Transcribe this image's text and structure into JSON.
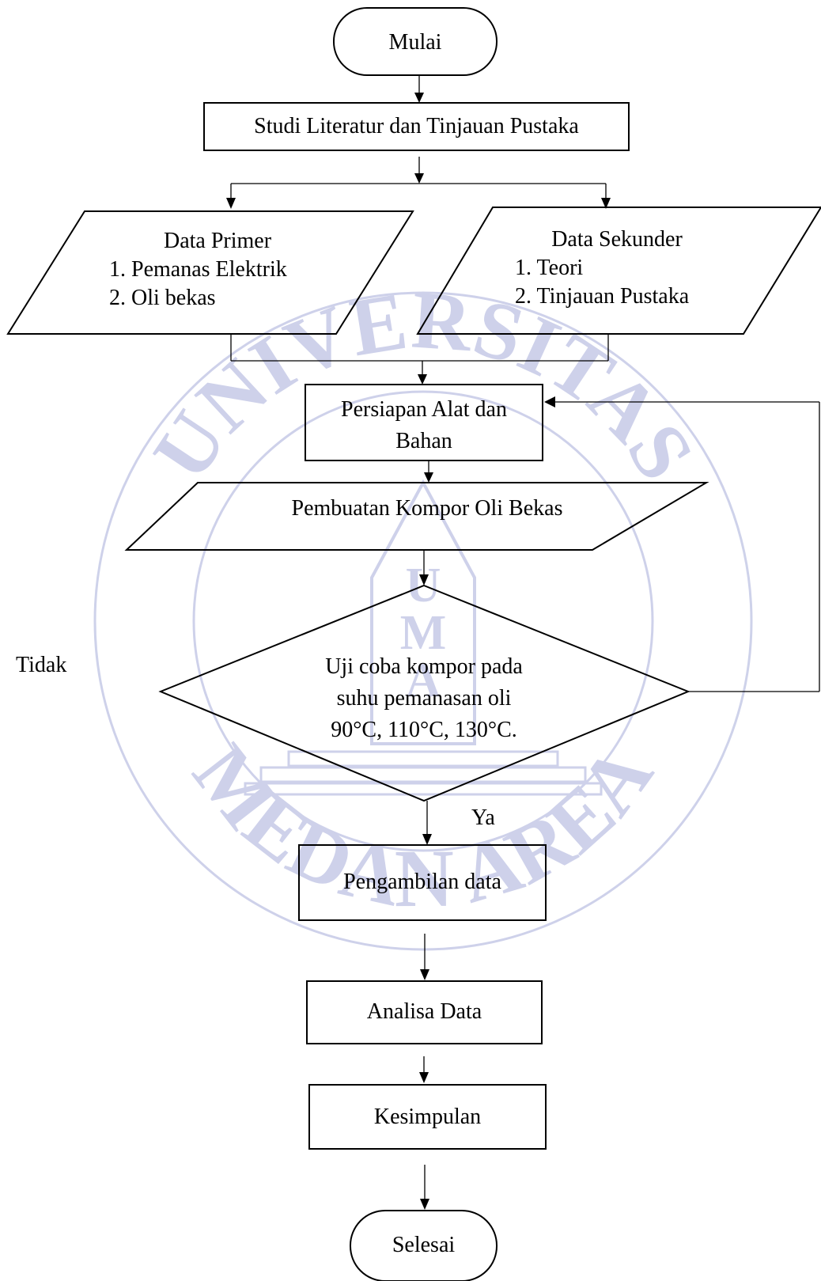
{
  "watermark": {
    "top_text": "UNIVERSITAS",
    "bottom_text": "MEDAN AREA",
    "center_text": "UMA",
    "color": "#c9cde8"
  },
  "flow": {
    "start": "Mulai",
    "studi": "Studi Literatur dan Tinjauan Pustaka",
    "primer": {
      "title": "Data Primer",
      "items": [
        "1. Pemanas Elektrik",
        "2. Oli bekas"
      ]
    },
    "sekunder": {
      "title": "Data Sekunder",
      "items": [
        "1. Teori",
        "2. Tinjauan Pustaka"
      ]
    },
    "persiapan": [
      "Persiapan Alat dan",
      "Bahan"
    ],
    "pembuatan": "Pembuatan Kompor Oli Bekas",
    "uji": [
      "Uji coba kompor pada",
      "suhu pemanasan oli",
      "90°C, 110°C, 130°C."
    ],
    "tidak": "Tidak",
    "ya": "Ya",
    "pengambilan": "Pengambilan data",
    "analisa": "Analisa Data",
    "kesimpulan": "Kesimpulan",
    "end": "Selesai"
  }
}
